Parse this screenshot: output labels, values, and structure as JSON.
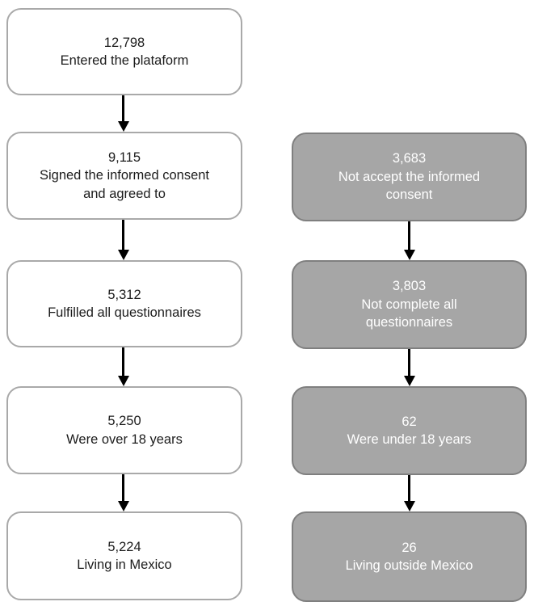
{
  "diagram": {
    "type": "flowchart",
    "direction": "top-down",
    "included_column": [
      {
        "value": "12,798",
        "label": "Entered the plataform",
        "label_lines": [
          "Entered the plataform"
        ]
      },
      {
        "value": "9,115",
        "label": "Signed the informed consent and agreed to",
        "label_lines": [
          "Signed the informed consent",
          "and agreed to"
        ]
      },
      {
        "value": "5,312",
        "label": "Fulfilled all questionnaires",
        "label_lines": [
          "Fulfilled all questionnaires"
        ]
      },
      {
        "value": "5,250",
        "label": "Were over 18 years",
        "label_lines": [
          "Were over 18 years"
        ]
      },
      {
        "value": "5,224",
        "label": "Living in Mexico",
        "label_lines": [
          "Living in Mexico"
        ]
      }
    ],
    "excluded_column": [
      {
        "value": "3,683",
        "label": "Not accept the informed consent",
        "label_lines": [
          "Not accept the informed",
          "consent"
        ]
      },
      {
        "value": "3,803",
        "label": "Not complete all questionnaires",
        "label_lines": [
          "Not complete all",
          "questionnaires"
        ]
      },
      {
        "value": "62",
        "label": "Were under 18 years",
        "label_lines": [
          "Were under 18 years"
        ]
      },
      {
        "value": "26",
        "label": "Living outside Mexico",
        "label_lines": [
          "Living outside Mexico"
        ]
      }
    ]
  },
  "colors": {
    "background": "#ffffff",
    "included_box_bg": "#ffffff",
    "included_box_border": "#a9a9a9",
    "included_text": "#1c1c1c",
    "excluded_box_bg": "#a6a6a6",
    "excluded_box_border": "#7f7f7f",
    "excluded_text": "#ffffff",
    "arrow": "#000000"
  }
}
